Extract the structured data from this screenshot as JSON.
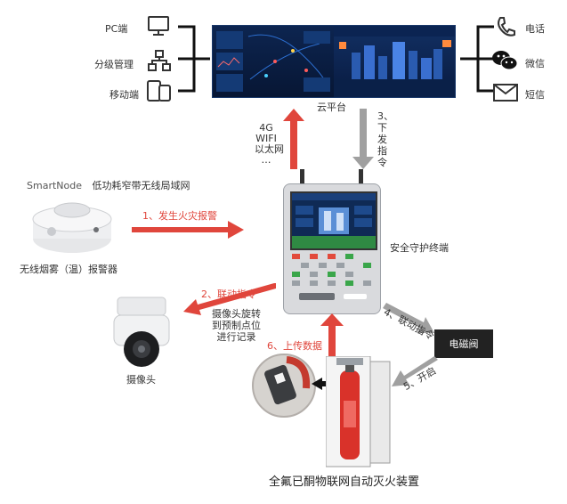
{
  "left_clients": {
    "pc": "PC端",
    "tiered": "分级管理",
    "mobile": "移动端"
  },
  "right_channels": {
    "phone": "电话",
    "wechat": "微信",
    "sms": "短信"
  },
  "cloud": {
    "label": "云平台"
  },
  "uplink": {
    "line1": "4G",
    "line2": "WIFI",
    "line3": "以太网",
    "line4": "…"
  },
  "downlink": {
    "line1": "3、",
    "line2": "下",
    "line3": "发",
    "line4": "指",
    "line5": "令"
  },
  "smartnode": {
    "brand": "SmartNode",
    "desc": "低功耗窄带无线局域网"
  },
  "steps": {
    "s1": "1、发生火灾报警",
    "s2": "2、联动指令",
    "s4": "4、联动指令",
    "s5": "5、开启",
    "s6": "6、上传数据"
  },
  "devices": {
    "smoke_alarm": "无线烟雾（温）报警器",
    "terminal": "安全守护终端",
    "camera": "摄像头",
    "camera_note_1": "摄像头旋转",
    "camera_note_2": "到预制点位",
    "camera_note_3": "进行记录",
    "valve": "电磁阀",
    "system": "全氟已酮物联网自动灭火装置"
  },
  "colors": {
    "accent_red": "#e0463c",
    "arrow_gray": "#a0a0a0"
  }
}
